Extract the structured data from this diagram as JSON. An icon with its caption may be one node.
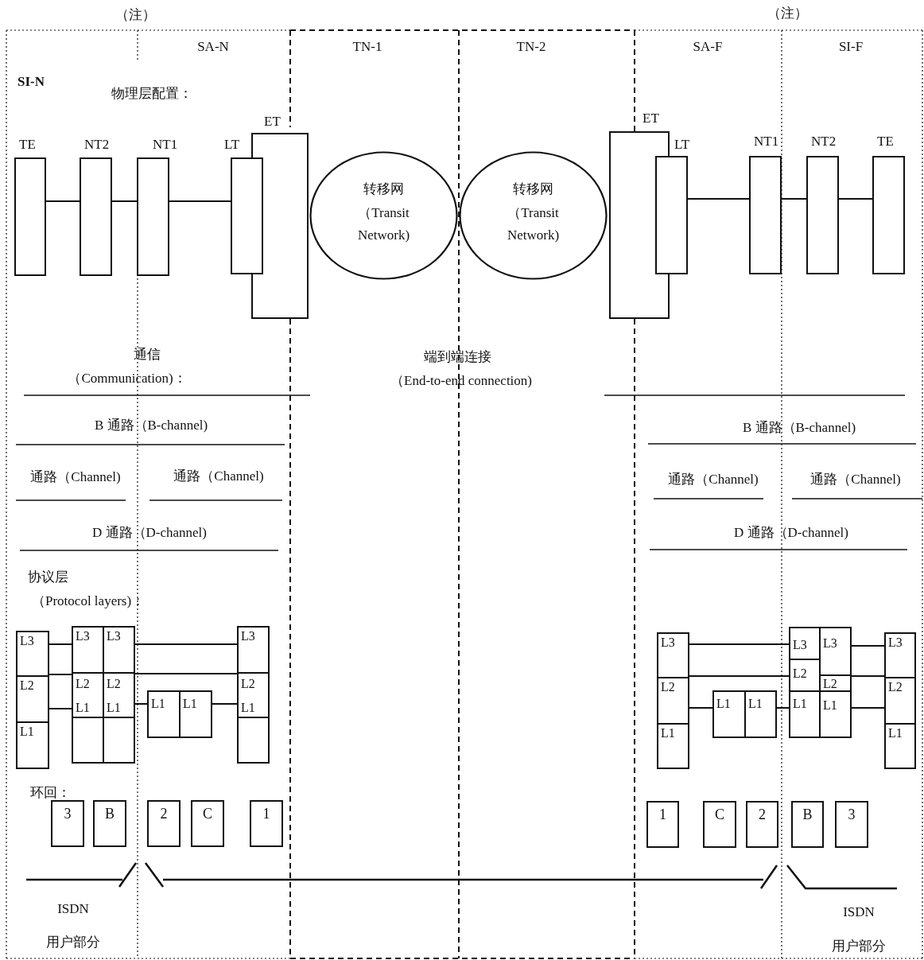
{
  "diagram": {
    "nodes": [
      {
        "text": [
          "TE"
        ]
      },
      {
        "text": [
          "NT2"
        ]
      },
      {
        "text": [
          "NT1"
        ]
      },
      {
        "text": [
          "LT"
        ]
      },
      {
        "text": [
          "ET"
        ]
      },
      {
        "text": [
          "转移网",
          "（Transit Network)"
        ]
      },
      {
        "text": [
          "转移网",
          "（Transit Network)"
        ]
      },
      {
        "text": [
          "ET"
        ]
      },
      {
        "text": [
          "LT"
        ]
      },
      {
        "text": [
          "NT1"
        ]
      },
      {
        "text": [
          "NT2"
        ]
      },
      {
        "text": [
          "TE"
        ]
      },
      {
        "text": [
          "L3",
          "L2",
          "L1"
        ]
      },
      {
        "text": [
          "L3",
          "L2",
          "L1"
        ]
      },
      {
        "text": [
          "L3",
          "L2",
          "L1"
        ]
      },
      {
        "text": [
          "L1"
        ]
      },
      {
        "text": [
          "L1"
        ]
      },
      {
        "text": [
          "L3",
          "L2",
          "L1"
        ]
      },
      {
        "text": [
          "L3",
          "L2",
          "L1"
        ]
      },
      {
        "text": [
          "L1"
        ]
      },
      {
        "text": [
          "L1"
        ]
      },
      {
        "text": [
          "L3",
          "L2",
          "L1"
        ]
      },
      {
        "text": [
          "L3",
          "L2",
          "L1"
        ]
      },
      {
        "text": [
          "L3",
          "L2",
          "L1"
        ]
      },
      {
        "text": [
          "3"
        ]
      },
      {
        "text": [
          "B"
        ]
      },
      {
        "text": [
          "2"
        ]
      },
      {
        "text": [
          "C"
        ]
      },
      {
        "text": [
          "1"
        ]
      },
      {
        "text": [
          "1"
        ]
      },
      {
        "text": [
          "C"
        ]
      },
      {
        "text": [
          "2"
        ]
      },
      {
        "text": [
          "B"
        ]
      },
      {
        "text": [
          "3"
        ]
      }
    ],
    "edges": [
      {
        "from": 0,
        "to": 1,
        "arrow": "none"
      },
      {
        "from": 1,
        "to": 2,
        "arrow": "none"
      },
      {
        "from": 2,
        "to": 3,
        "arrow": "none"
      },
      {
        "from": 8,
        "to": 9,
        "arrow": "none"
      },
      {
        "from": 9,
        "to": 10,
        "arrow": "none"
      },
      {
        "from": 10,
        "to": 11,
        "arrow": "none"
      },
      {
        "from": 12,
        "to": 13,
        "arrow": "none"
      },
      {
        "from": 12,
        "to": 13,
        "arrow": "none"
      },
      {
        "from": 12,
        "to": 13,
        "arrow": "none"
      },
      {
        "from": 14,
        "to": 17,
        "arrow": "none"
      },
      {
        "from": 14,
        "to": 17,
        "arrow": "none"
      },
      {
        "from": 14,
        "to": 15,
        "arrow": "none"
      },
      {
        "from": 16,
        "to": 17,
        "arrow": "none"
      },
      {
        "from": 18,
        "to": 21,
        "arrow": "none"
      },
      {
        "from": 18,
        "to": 21,
        "arrow": "none"
      },
      {
        "from": 18,
        "to": 19,
        "arrow": "none"
      },
      {
        "from": 20,
        "to": 21,
        "arrow": "none"
      },
      {
        "from": 22,
        "to": 23,
        "arrow": "none"
      },
      {
        "from": 22,
        "to": 23,
        "arrow": "none"
      },
      {
        "from": 22,
        "to": 23,
        "arrow": "none"
      }
    ],
    "labels": [
      "（注）",
      "（注）",
      "SA-N",
      "TN-1",
      "TN-2",
      "SA-F",
      "SI-F",
      "SI-N",
      "物理层配置：",
      "通信",
      "（Communication)：",
      "端到端连接",
      "（End-to-end connection)",
      "B 通路（B-channel)",
      "B 通路（B-channel)",
      "通路（Channel)",
      "通路（Channel)",
      "通路（Channel)",
      "通路（Channel)",
      "D 通路（D-channel)",
      "D 通路（D-channel)",
      "协议层",
      "（Protocol layers)：",
      "环回：",
      "ISDN",
      "用户部分",
      "ISDN",
      "用户部分"
    ]
  }
}
